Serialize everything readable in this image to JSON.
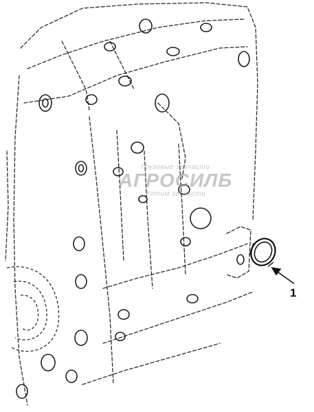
{
  "diagram": {
    "callouts": [
      {
        "number": "1",
        "part": "seal-ring"
      }
    ]
  },
  "watermark": {
    "line1": "Грузовые запчасти",
    "line2": "АГРОСИЛБ",
    "line3": "Хотим запчасти"
  },
  "colors": {
    "ink": "#222222",
    "watermark": "#9a9a9a",
    "background": "#ffffff"
  }
}
